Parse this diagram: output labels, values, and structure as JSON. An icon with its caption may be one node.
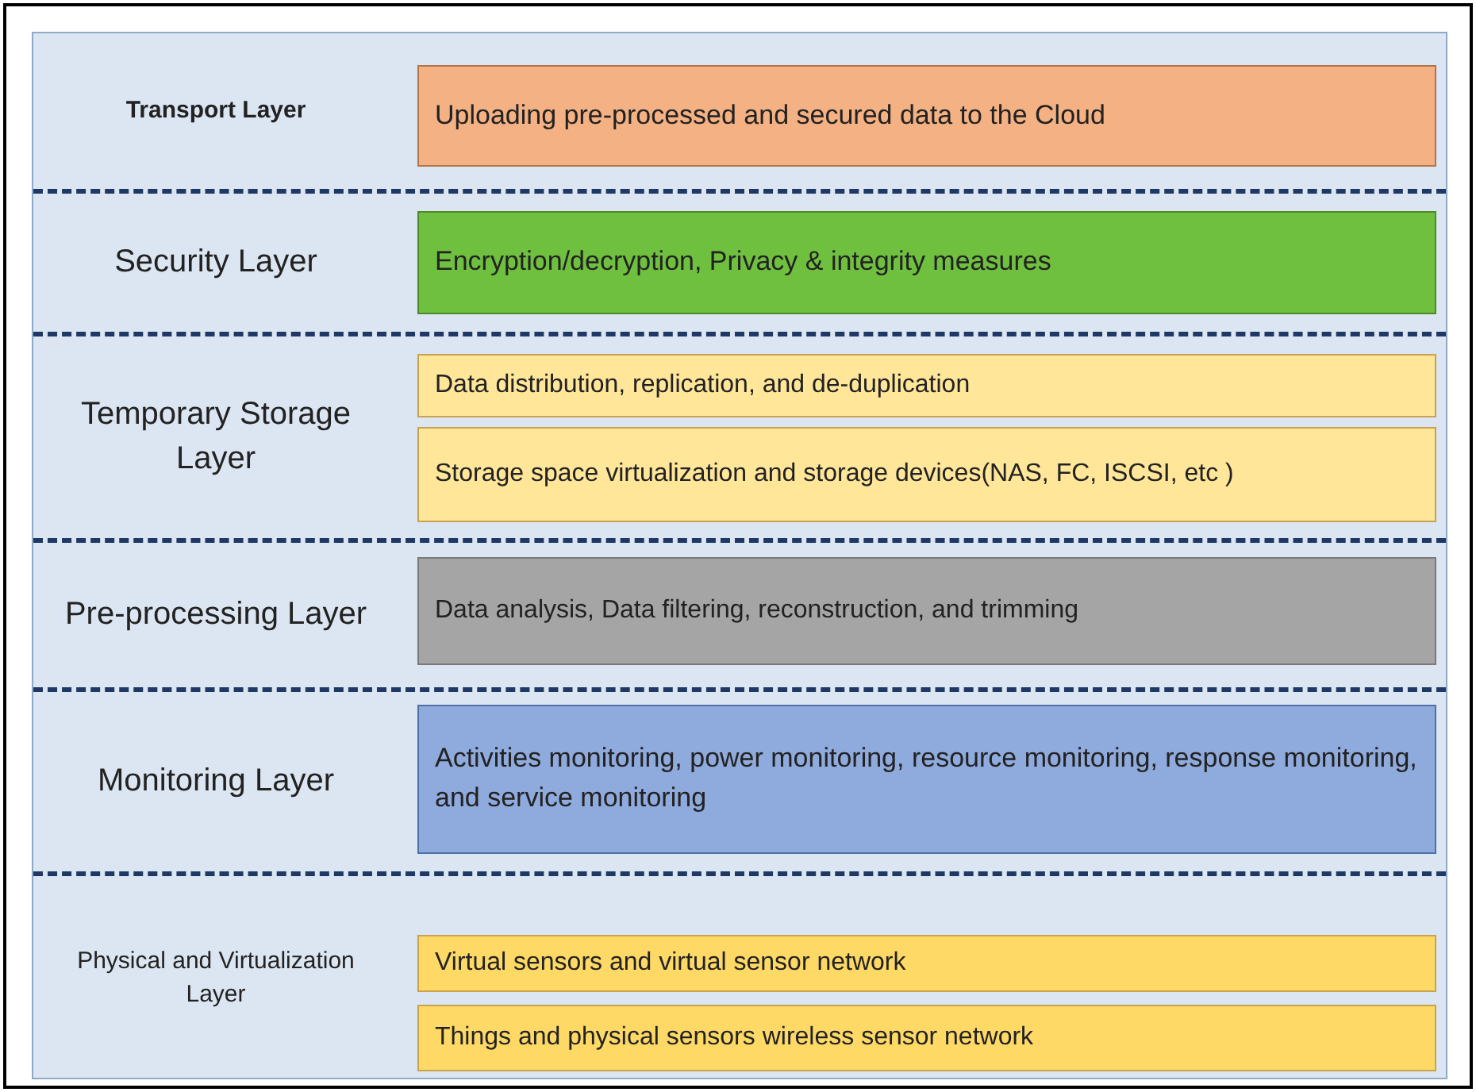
{
  "diagram": {
    "nodes": [
      {
        "text": [
          "Transport Layer"
        ]
      },
      {
        "text": [
          "Uploading pre-processed and secured data to the Cloud"
        ],
        "in": 0
      },
      {
        "text": [
          "Security Layer"
        ]
      },
      {
        "text": [
          "Encryption/decryption, Privacy & integrity measures"
        ],
        "in": 2
      },
      {
        "text": [
          "Temporary Storage Layer"
        ]
      },
      {
        "text": [
          "Data distribution, replication, and de-duplication"
        ],
        "in": 4
      },
      {
        "text": [
          "Storage space virtualization and storage devices(NAS, FC, ISCSI, etc )"
        ],
        "in": 4
      },
      {
        "text": [
          "Pre-processing Layer"
        ]
      },
      {
        "text": [
          "Data analysis, Data filtering, reconstruction, and trimming"
        ],
        "in": 7
      },
      {
        "text": [
          "Monitoring Layer"
        ]
      },
      {
        "text": [
          "Activities monitoring, power monitoring, resource monitoring, response monitoring, and service monitoring"
        ],
        "in": 9
      },
      {
        "text": [
          "Physical and Virtualization Layer"
        ]
      },
      {
        "text": [
          "Virtual sensors and virtual sensor network"
        ],
        "in": 11
      },
      {
        "text": [
          "Things and physical sensors wireless sensor network"
        ],
        "in": 11
      }
    ]
  }
}
